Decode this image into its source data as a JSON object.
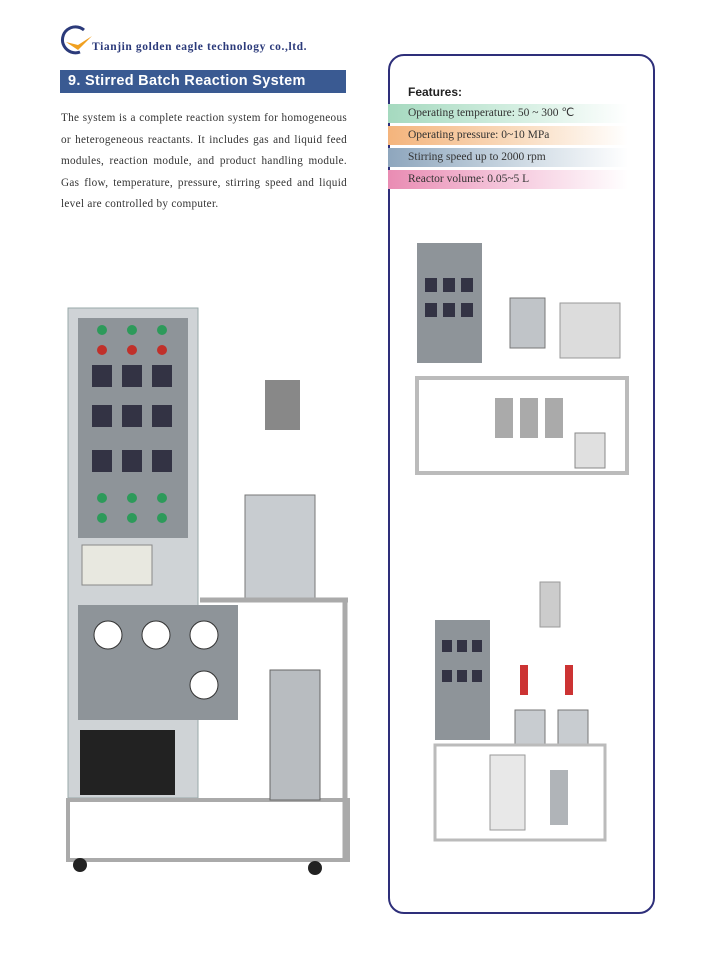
{
  "header": {
    "company": "Tianjin golden eagle technology co.,ltd."
  },
  "section": {
    "title": "9. Stirred Batch Reaction System",
    "description": "The system is a complete reaction system for homogeneous or heterogeneous reactants. It includes gas and liquid feed modules, reaction module, and product handling module. Gas flow, temperature, pressure, stirring speed and liquid level are controlled by computer."
  },
  "features": {
    "title": "Features:",
    "items": [
      "Operating temperature:  50 ~ 300 ℃",
      "Operating pressure: 0~10 MPa",
      "Stirring speed up to 2000 rpm",
      "Reactor volume: 0.05~5 L"
    ]
  },
  "colors": {
    "brand": "#3a5a92",
    "frame": "#2e2f7a"
  }
}
